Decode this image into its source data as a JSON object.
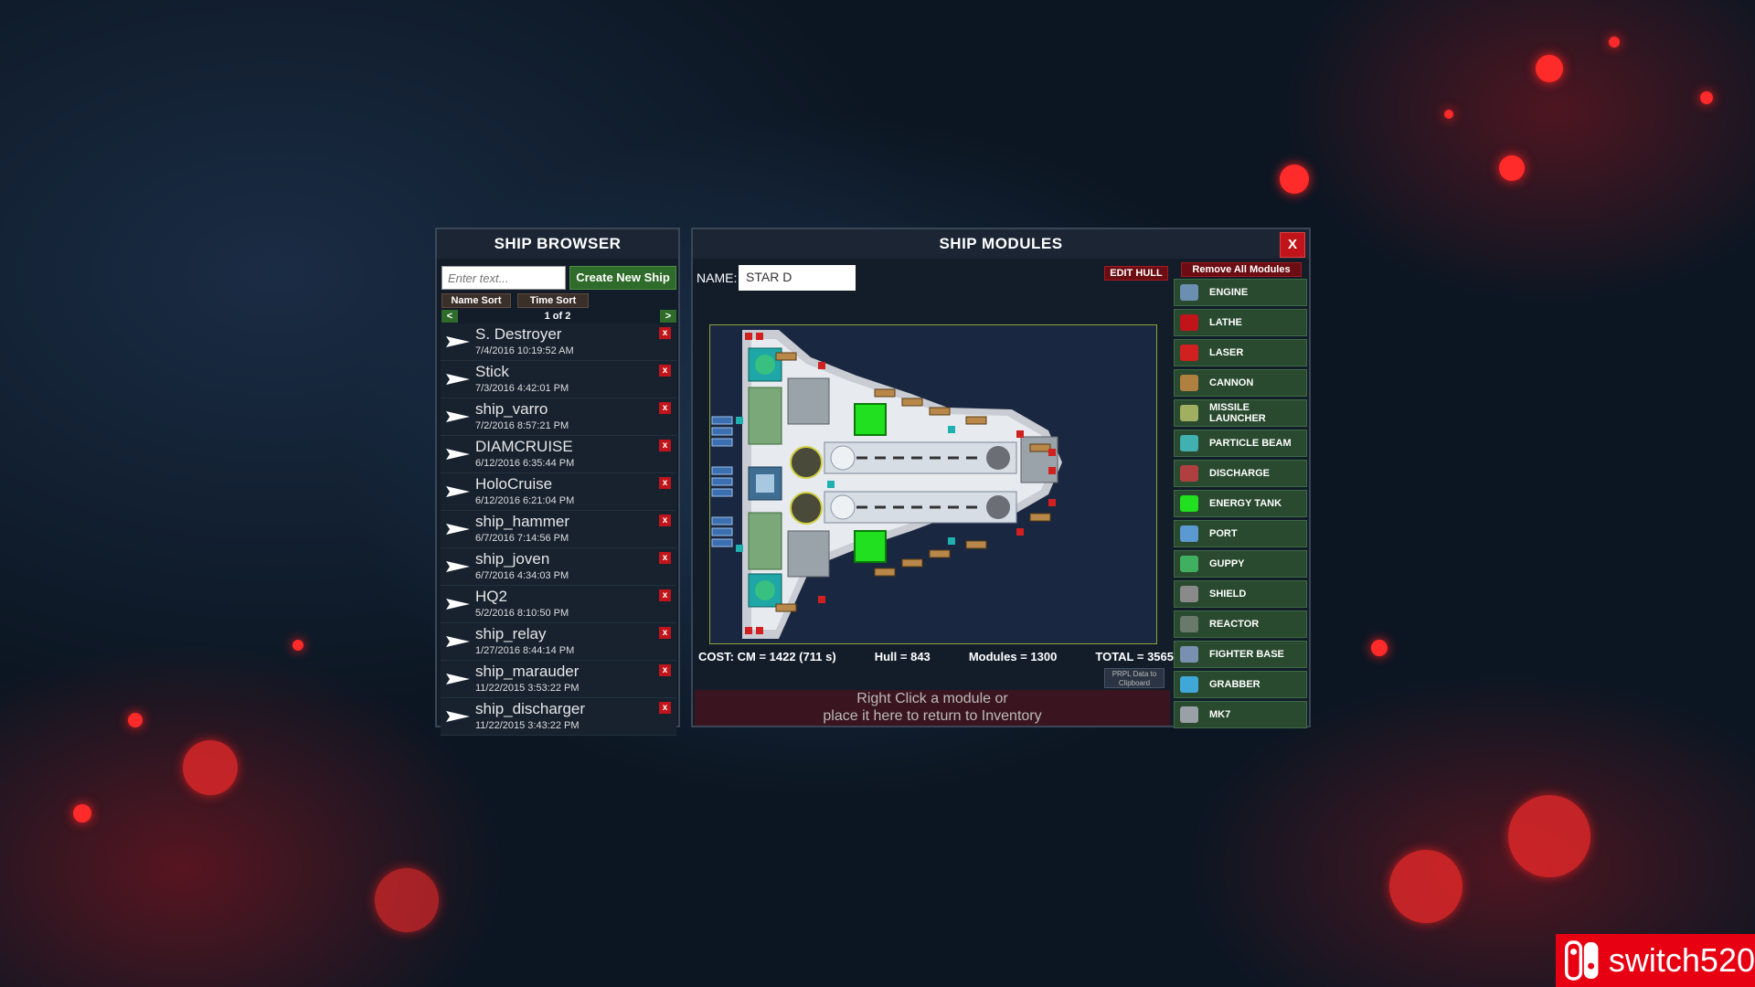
{
  "colors": {
    "accent_green": "#2f6b2a",
    "accent_red": "#c0141a",
    "panel_bg": "#131d2a"
  },
  "browser": {
    "title": "SHIP BROWSER",
    "search_placeholder": "Enter text...",
    "create_label": "Create New Ship",
    "name_sort_label": "Name Sort",
    "time_sort_label": "Time Sort",
    "page_label": "1 of 2",
    "prev_label": "<",
    "next_label": ">",
    "delete_label": "x",
    "ships": [
      {
        "name": "S. Destroyer",
        "date": "7/4/2016 10:19:52 AM",
        "icon": "destroyer-ship-icon"
      },
      {
        "name": "Stick",
        "date": "7/3/2016 4:42:01 PM",
        "icon": "stick-ship-icon"
      },
      {
        "name": "ship_varro",
        "date": "7/2/2016 8:57:21 PM",
        "icon": "varro-ship-icon"
      },
      {
        "name": "DIAMCRUISE",
        "date": "6/12/2016 6:35:44 PM",
        "icon": "diamcruise-ship-icon"
      },
      {
        "name": "HoloCruise",
        "date": "6/12/2016 6:21:04 PM",
        "icon": "holocruise-ship-icon"
      },
      {
        "name": "ship_hammer",
        "date": "6/7/2016 7:14:56 PM",
        "icon": "hammer-ship-icon"
      },
      {
        "name": "ship_joven",
        "date": "6/7/2016 4:34:03 PM",
        "icon": "joven-ship-icon"
      },
      {
        "name": "HQ2",
        "date": "5/2/2016 8:10:50 PM",
        "icon": "hq2-ship-icon"
      },
      {
        "name": "ship_relay",
        "date": "1/27/2016 8:44:14 PM",
        "icon": "relay-ship-icon"
      },
      {
        "name": "ship_marauder",
        "date": "11/22/2015 3:53:22 PM",
        "icon": "marauder-ship-icon"
      },
      {
        "name": "ship_discharger",
        "date": "11/22/2015 3:43:22 PM",
        "icon": "discharger-ship-icon"
      }
    ]
  },
  "modules_panel": {
    "title": "SHIP MODULES",
    "close_label": "X",
    "name_label": "NAME:",
    "name_value": "STAR D",
    "edit_hull_label": "EDIT HULL",
    "remove_all_label": "Remove All Modules",
    "cost": {
      "cm": "COST:  CM = 1422 (711 s)",
      "hull": "Hull = 843",
      "modules": "Modules = 1300",
      "total": "TOTAL = 3565"
    },
    "prpl_label": "PRPL Data to Clipboard",
    "inventory_line1": "Right Click a module or",
    "inventory_line2": "place it here to return to Inventory",
    "palette": [
      {
        "label": "ENGINE",
        "icon": "engine-icon",
        "color": "#6a8fb0"
      },
      {
        "label": "LATHE",
        "icon": "lathe-icon",
        "color": "#c0141a"
      },
      {
        "label": "LASER",
        "icon": "laser-icon",
        "color": "#d02020"
      },
      {
        "label": "CANNON",
        "icon": "cannon-icon",
        "color": "#b08040"
      },
      {
        "label": "MISSILE LAUNCHER",
        "icon": "missile-launcher-icon",
        "color": "#a0b060"
      },
      {
        "label": "PARTICLE BEAM",
        "icon": "particle-beam-icon",
        "color": "#40b0b0"
      },
      {
        "label": "DISCHARGE",
        "icon": "discharge-icon",
        "color": "#b04040"
      },
      {
        "label": "ENERGY TANK",
        "icon": "energy-tank-icon",
        "color": "#20e020"
      },
      {
        "label": "PORT",
        "icon": "port-icon",
        "color": "#5a9ad0"
      },
      {
        "label": "GUPPY",
        "icon": "guppy-icon",
        "color": "#40b060"
      },
      {
        "label": "SHIELD",
        "icon": "shield-icon",
        "color": "#8a8a8a"
      },
      {
        "label": "REACTOR",
        "icon": "reactor-icon",
        "color": "#6a7a6a"
      },
      {
        "label": "FIGHTER BASE",
        "icon": "fighter-base-icon",
        "color": "#7a90b0"
      },
      {
        "label": "GRABBER",
        "icon": "grabber-icon",
        "color": "#40a8d8"
      },
      {
        "label": "MK7",
        "icon": "mk7-icon",
        "color": "#9aa0a8"
      }
    ]
  },
  "watermark": {
    "text": "switch520"
  }
}
